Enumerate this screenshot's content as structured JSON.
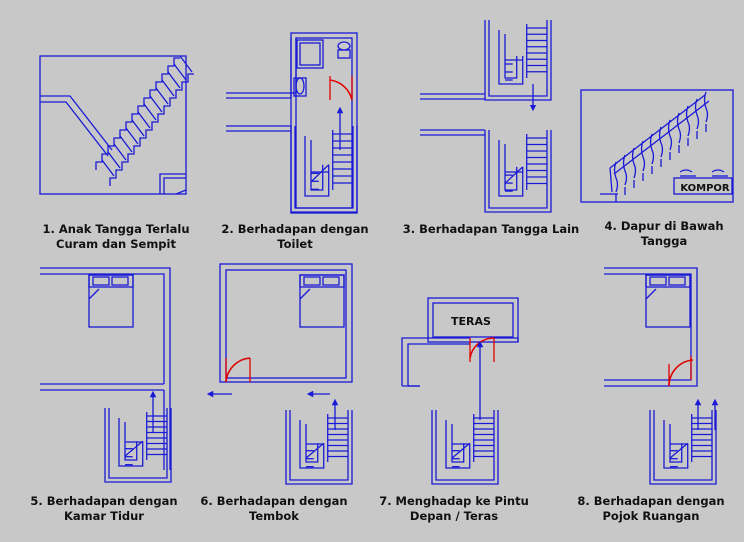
{
  "colors": {
    "background": "#c8c8c8",
    "line": "#1a1ad6",
    "door": "#e00000",
    "text": "#111111"
  },
  "diagrams": [
    {
      "line1": "1. Anak Tangga Terlalu",
      "line2": "Curam dan Sempit"
    },
    {
      "line1": "2. Berhadapan dengan",
      "line2": "Toilet"
    },
    {
      "line1": "3. Berhadapan Tangga Lain",
      "line2": ""
    },
    {
      "line1": "4. Dapur di Bawah",
      "line2": "Tangga",
      "label": "KOMPOR"
    },
    {
      "line1": "5. Berhadapan dengan",
      "line2": "Kamar Tidur"
    },
    {
      "line1": "6. Berhadapan dengan",
      "line2": "Tembok"
    },
    {
      "line1": "7. Menghadap ke Pintu",
      "line2": "Depan / Teras",
      "label": "TERAS"
    },
    {
      "line1": "8. Berhadapan dengan",
      "line2": "Pojok Ruangan"
    }
  ]
}
